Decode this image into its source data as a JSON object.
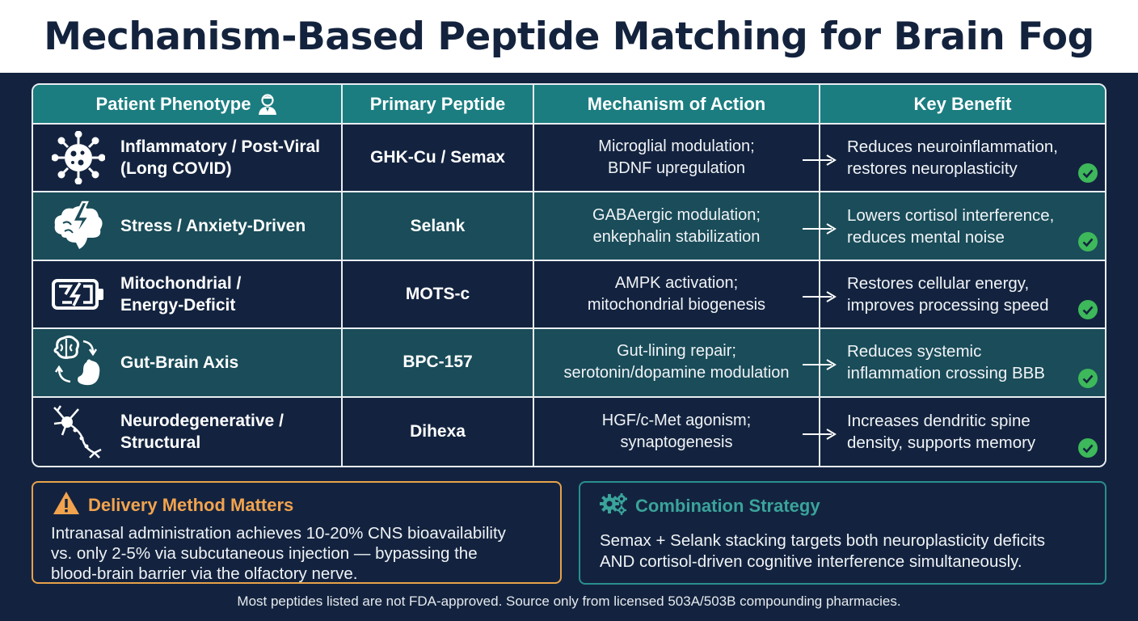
{
  "title": "Mechanism-Based Peptide Matching for Brain Fog",
  "table": {
    "headers": {
      "phenotype": "Patient Phenotype",
      "peptide": "Primary Peptide",
      "mechanism": "Mechanism of Action",
      "benefit": "Key Benefit"
    },
    "header_icon": "person-icon",
    "rows": [
      {
        "icon": "virus-icon",
        "phenotype_line1": "Inflammatory / Post-Viral",
        "phenotype_line2": "(Long COVID)",
        "peptide": "GHK-Cu / Semax",
        "mechanism_line1": "Microglial modulation;",
        "mechanism_line2": "BDNF upregulation",
        "benefit_line1": "Reduces neuroinflammation,",
        "benefit_line2": "restores neuroplasticity"
      },
      {
        "icon": "brain-lightning-icon",
        "phenotype_line1": "Stress / Anxiety-Driven",
        "phenotype_line2": "",
        "peptide": "Selank",
        "mechanism_line1": "GABAergic modulation;",
        "mechanism_line2": "enkephalin stabilization",
        "benefit_line1": "Lowers cortisol interference,",
        "benefit_line2": "reduces mental noise"
      },
      {
        "icon": "battery-icon",
        "phenotype_line1": "Mitochondrial /",
        "phenotype_line2": "Energy-Deficit",
        "peptide": "MOTS-c",
        "mechanism_line1": "AMPK activation;",
        "mechanism_line2": "mitochondrial biogenesis",
        "benefit_line1": "Restores cellular energy,",
        "benefit_line2": "improves processing speed"
      },
      {
        "icon": "brain-gut-icon",
        "phenotype_line1": "Gut-Brain Axis",
        "phenotype_line2": "",
        "peptide": "BPC-157",
        "mechanism_line1": "Gut-lining repair;",
        "mechanism_line2": "serotonin/dopamine modulation",
        "benefit_line1": "Reduces systemic",
        "benefit_line2": "inflammation crossing BBB"
      },
      {
        "icon": "neuron-icon",
        "phenotype_line1": "Neurodegenerative /",
        "phenotype_line2": "Structural",
        "peptide": "Dihexa",
        "mechanism_line1": "HGF/c-Met agonism;",
        "mechanism_line2": "synaptogenesis",
        "benefit_line1": "Increases dendritic spine",
        "benefit_line2": "density, supports memory"
      }
    ]
  },
  "delivery": {
    "icon": "warning-icon",
    "title": "Delivery Method Matters",
    "line1": "Intranasal administration achieves 10-20% CNS bioavailability",
    "line2": "vs. only 2-5% via subcutaneous injection — bypassing the",
    "line3": "blood-brain barrier via the olfactory nerve."
  },
  "combination": {
    "icon": "gears-icon",
    "title": "Combination Strategy",
    "line1": "Semax + Selank stacking targets both neuroplasticity deficits",
    "line2": "AND cortisol-driven cognitive interference simultaneously."
  },
  "footer": "Most peptides listed are not FDA-approved. Source only from licensed 503A/503B compounding pharmacies.",
  "colors": {
    "background": "#13233f",
    "header_teal": "#1b7d80",
    "row_teal": "#1a4c59",
    "warning_orange": "#e8a24a",
    "combo_teal": "#2a8f8e",
    "check_green": "#3db85a"
  }
}
